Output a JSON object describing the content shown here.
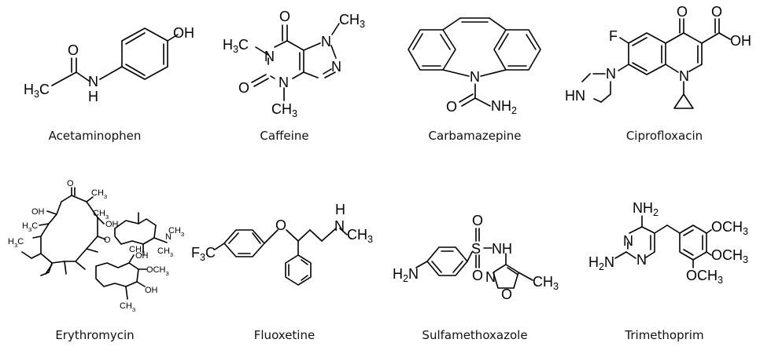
{
  "compounds": [
    {
      "name": "Acetaminophen",
      "atoms": {
        "oh": "OH",
        "o": "O",
        "h3c": "H3C",
        "nh": "N",
        "nh_h": "H"
      }
    },
    {
      "name": "Caffeine",
      "atoms": {
        "o_top": "O",
        "o_left": "O",
        "ch3_top": "CH3",
        "h3c_left": "H3C",
        "ch3_bottom": "CH3",
        "n1": "N",
        "n3": "N",
        "n7": "N",
        "n9": "N"
      }
    },
    {
      "name": "Carbamazepine",
      "atoms": {
        "n": "N",
        "o": "O",
        "nh2": "NH2"
      }
    },
    {
      "name": "Ciprofloxacin",
      "atoms": {
        "f": "F",
        "o_ketone": "O",
        "o_acid": "O",
        "oh": "OH",
        "n_quin": "N",
        "n_pip": "N",
        "hn": "HN"
      }
    },
    {
      "name": "Erythromycin",
      "atoms": {
        "o1": "O",
        "ch3a": "CH3",
        "ch3b": "CH3",
        "oh1": "OH",
        "oh2": "OH",
        "h3c1": "H3C",
        "h3c2": "H3C",
        "o2": "O",
        "n": "N",
        "ch3c": "CH3",
        "ch3d": "CH3",
        "oh3": "OH",
        "ch3e": "CH3",
        "och3": "OCH3",
        "oh4": "OH",
        "ch3f": "CH3"
      }
    },
    {
      "name": "Fluoxetine",
      "atoms": {
        "o": "O",
        "n": "N",
        "h": "H",
        "ch3": "CH3",
        "f3c": "F3C"
      }
    },
    {
      "name": "Sulfamethoxazole",
      "atoms": {
        "o1": "O",
        "o2": "O",
        "s": "S",
        "nh": "NH",
        "h2n": "H2N",
        "n": "N",
        "o_ring": "O",
        "ch3": "CH3"
      }
    },
    {
      "name": "Trimethoprim",
      "atoms": {
        "nh2_top": "NH2",
        "h2n": "H2N",
        "n1": "N",
        "n2": "N",
        "och3_1": "OCH3",
        "och3_2": "OCH3",
        "och3_3": "OCH3"
      }
    }
  ]
}
